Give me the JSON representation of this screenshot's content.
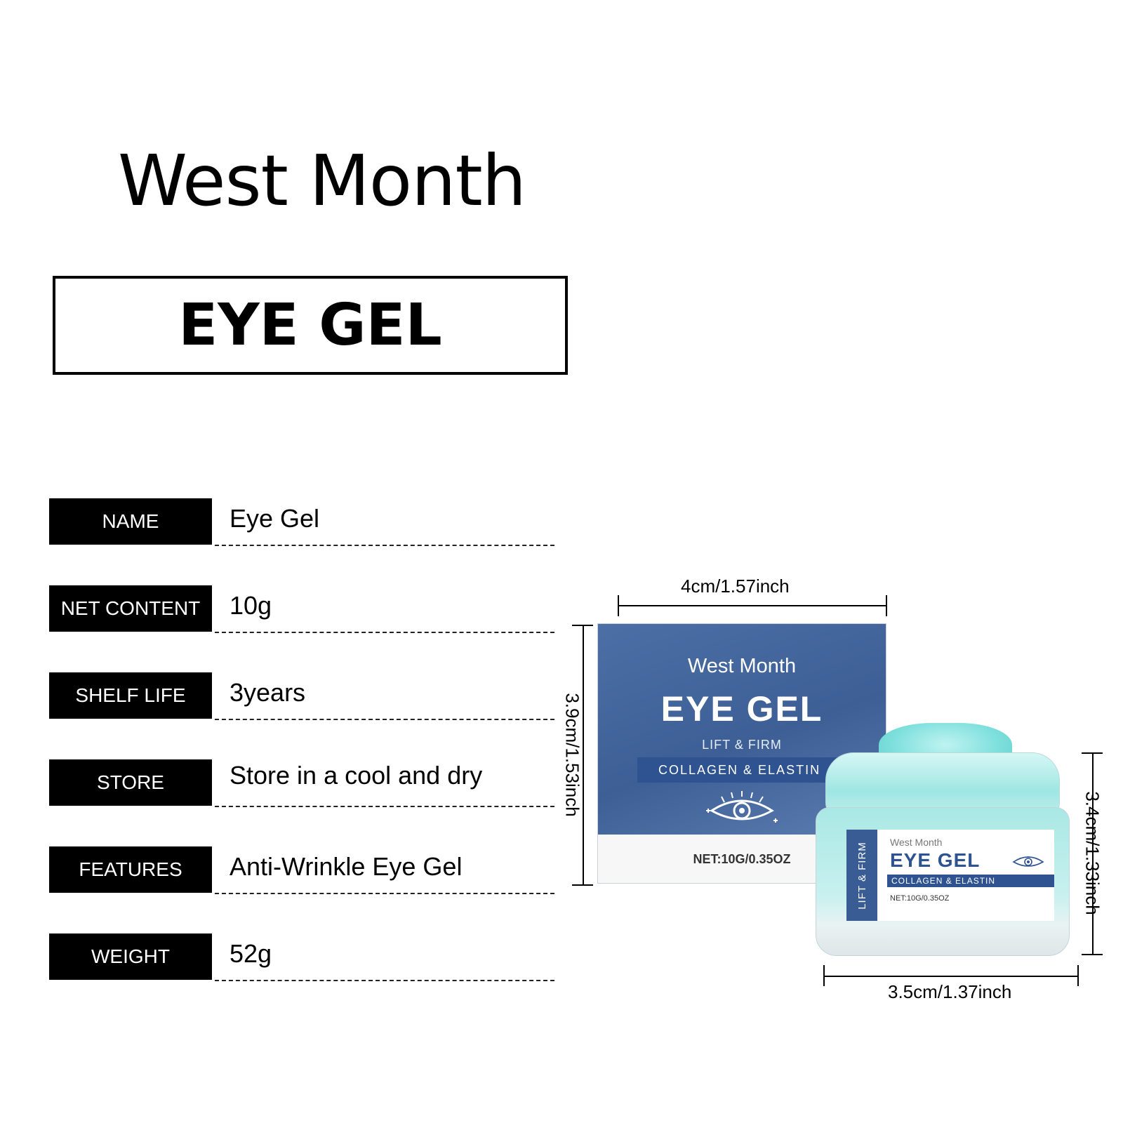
{
  "brand": "West Month",
  "title": "EYE GEL",
  "specs": [
    {
      "label": "NAME",
      "value": "Eye Gel"
    },
    {
      "label": "NET  CONTENT",
      "value": "10g"
    },
    {
      "label": "SHELF LIFE",
      "value": "3years"
    },
    {
      "label": "STORE",
      "value": "Store in a cool and dry"
    },
    {
      "label": "FEATURES",
      "value": "Anti-Wrinkle Eye Gel"
    },
    {
      "label": "WEIGHT",
      "value": "52g"
    }
  ],
  "dimensions": {
    "box_width": "4cm/1.57inch",
    "box_height": "3.9cm/1.53inch",
    "jar_height": "3.4cm/1.33inch",
    "jar_width": "3.5cm/1.37inch"
  },
  "package_box": {
    "brand": "West Month",
    "title": "EYE GEL",
    "tagline": "LIFT & FIRM",
    "band": "COLLAGEN & ELASTIN",
    "net": "NET:10G/0.35OZ"
  },
  "jar": {
    "side": "LIFT & FIRM",
    "brand": "West Month",
    "title": "EYE GEL",
    "band": "COLLAGEN & ELASTIN",
    "net": "NET:10G/0.35OZ"
  },
  "colors": {
    "accent": "#2f5390",
    "gel": "#7fe0dd"
  }
}
